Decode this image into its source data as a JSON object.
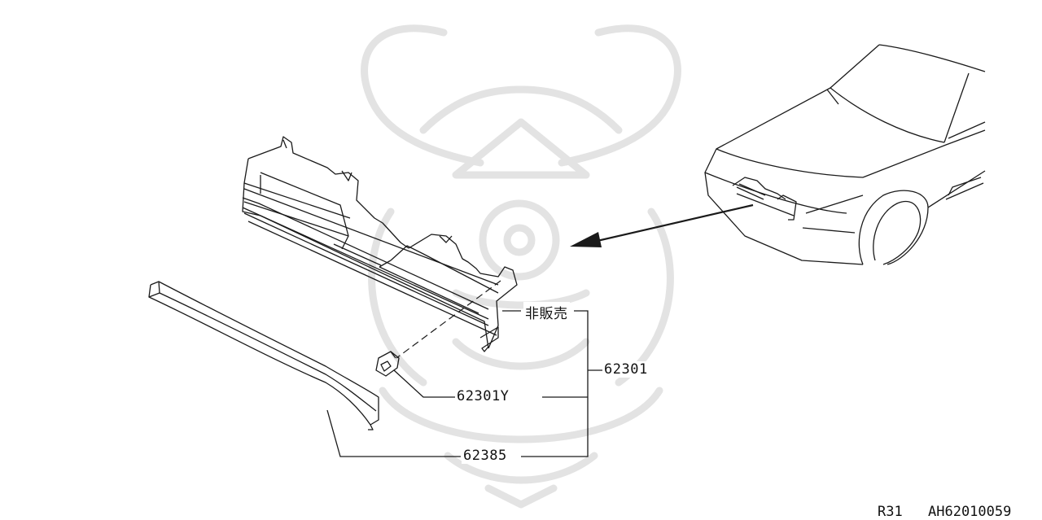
{
  "labels": {
    "not_for_sale": "非販売",
    "grille_assembly": "62301",
    "clip": "62301Y",
    "molding": "62385"
  },
  "footer": {
    "model_code": "R31",
    "illustration_code": "AH62010059"
  },
  "colors": {
    "line": "#1a1a1a",
    "watermark": "#e6e6e6",
    "background": "#ffffff"
  },
  "icons": {
    "watermark": "samurai-helmet-watermark"
  }
}
